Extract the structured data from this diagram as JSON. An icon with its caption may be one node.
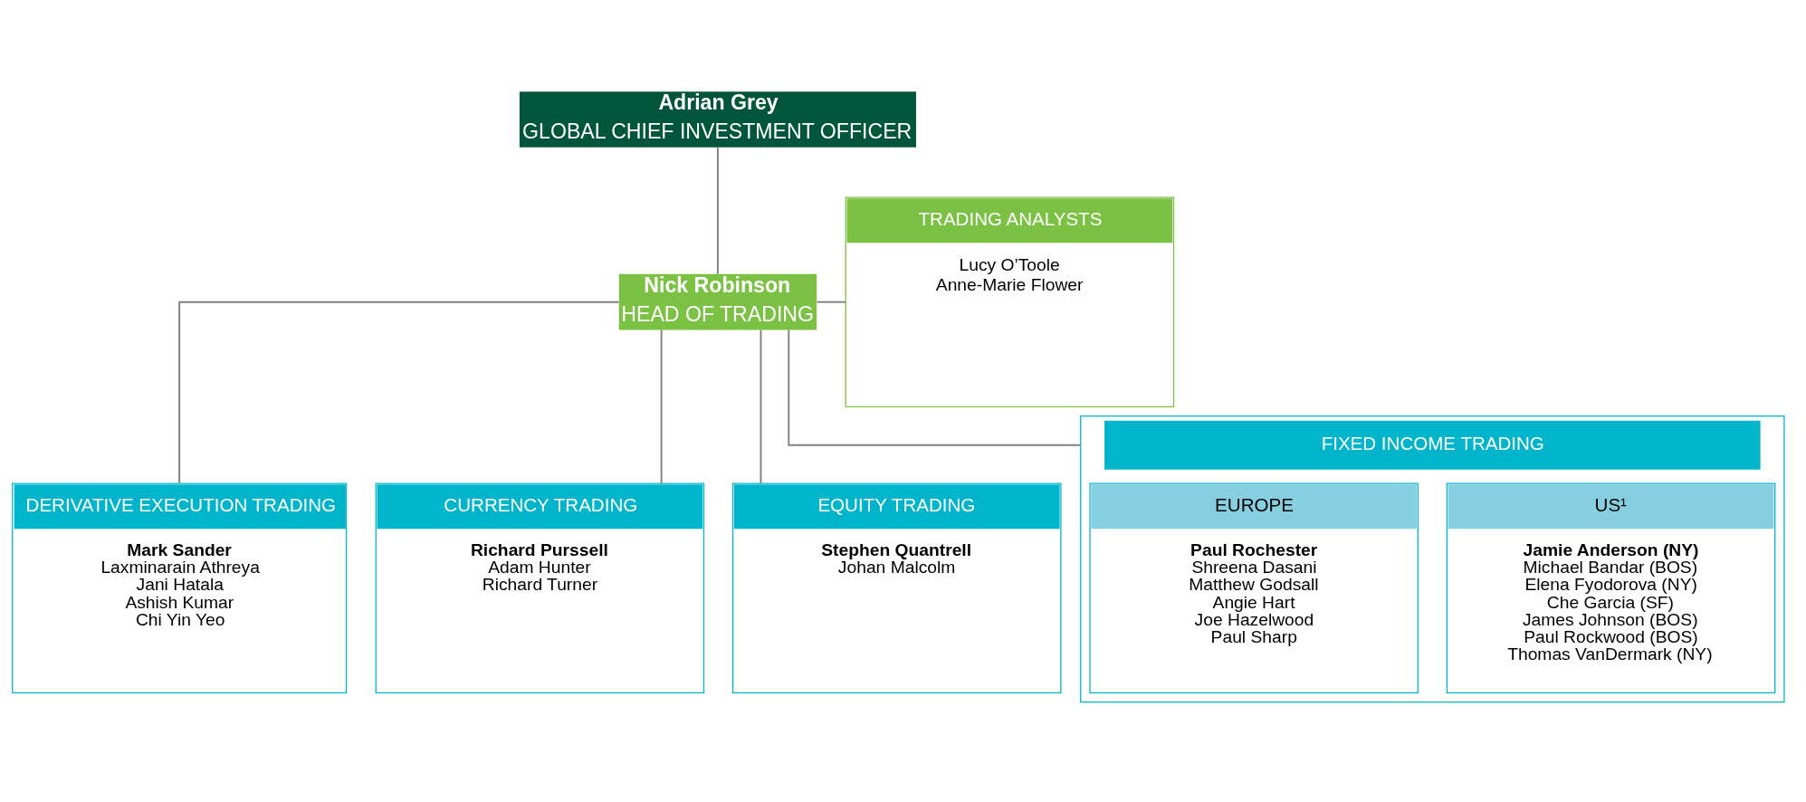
{
  "diagram": {
    "nodes": [
      {
        "text": [
          "Adrian Grey",
          "GLOBAL CHIEF INVESTMENT OFFICER"
        ]
      },
      {
        "text": [
          "Nick Robinson",
          "HEAD OF TRADING"
        ]
      },
      {
        "text": [
          "TRADING ANALYSTS",
          "Lucy O’Toole",
          "Anne-Marie Flower"
        ]
      },
      {
        "text": [
          "DERIVATIVE EXECUTION TRADING",
          "Mark Sander",
          "Laxminarain Athreya",
          "Jani Hatala",
          "Ashish Kumar",
          "Chi Yin Yeo"
        ]
      },
      {
        "text": [
          "CURRENCY TRADING",
          "Richard Purssell",
          "Adam Hunter",
          "Richard Turner"
        ]
      },
      {
        "text": [
          "EQUITY TRADING",
          "Stephen Quantrell",
          "Johan Malcolm"
        ]
      },
      {
        "text": [
          "FIXED INCOME TRADING"
        ]
      },
      {
        "text": [
          "EUROPE",
          "Paul Rochester",
          "Shreena Dasani",
          "Matthew Godsall",
          "Angie Hart",
          "Joe Hazelwood",
          "Paul Sharp"
        ],
        "in": 6
      },
      {
        "text": [
          "US¹",
          "Jamie Anderson (NY)",
          "Michael Bandar (BOS)",
          "Elena Fyodorova (NY)",
          "Che Garcia (SF)",
          "James Johnson (BOS)",
          "Paul Rockwood (BOS)",
          "Thomas VanDermark (NY)"
        ],
        "in": 6
      }
    ],
    "edges": [
      {
        "from": 0,
        "to": 1,
        "arrow": "none"
      },
      {
        "from": 1,
        "to": 2,
        "arrow": "none"
      },
      {
        "from": 1,
        "to": 3,
        "arrow": "none"
      },
      {
        "from": 1,
        "to": 4,
        "arrow": "none"
      },
      {
        "from": 1,
        "to": 5,
        "arrow": "none"
      },
      {
        "from": 1,
        "to": 6,
        "arrow": "none"
      }
    ]
  }
}
